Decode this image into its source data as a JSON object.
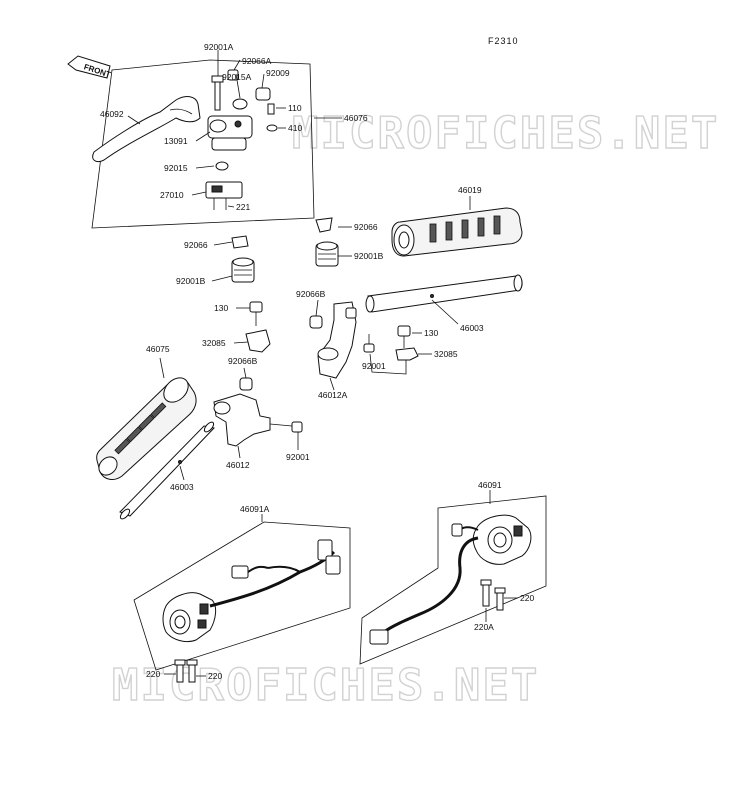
{
  "figure_code": "F2310",
  "watermark": "MICROFICHES.NET",
  "front_arrow_label": "FRONT",
  "labels": {
    "p92001A": "92001A",
    "p92066A": "92066A",
    "p92015A": "92015A",
    "p92009": "92009",
    "p110": "110",
    "p410": "410",
    "p46076": "46076",
    "p46092": "46092",
    "p13091": "13091",
    "p92015": "92015",
    "p27010": "27010",
    "p221": "221",
    "p46019": "46019",
    "p92066_l": "92066",
    "p92001B_l": "92001B",
    "p92066_r": "92066",
    "p92001B_r": "92001B",
    "p130_l": "130",
    "p92066B_r": "92066B",
    "p130_r": "130",
    "p46003_r": "46003",
    "p32085_l": "32085",
    "p92066B_l": "92066B",
    "p46075": "46075",
    "p32085_r": "32085",
    "p92001_r": "92001",
    "p46012A": "46012A",
    "p46012": "46012",
    "p92001_l": "92001",
    "p46003_l": "46003",
    "p46091A": "46091A",
    "p46091": "46091",
    "p220_r": "220",
    "p220A": "220A",
    "p220_l1": "220",
    "p220_l2": "220"
  }
}
